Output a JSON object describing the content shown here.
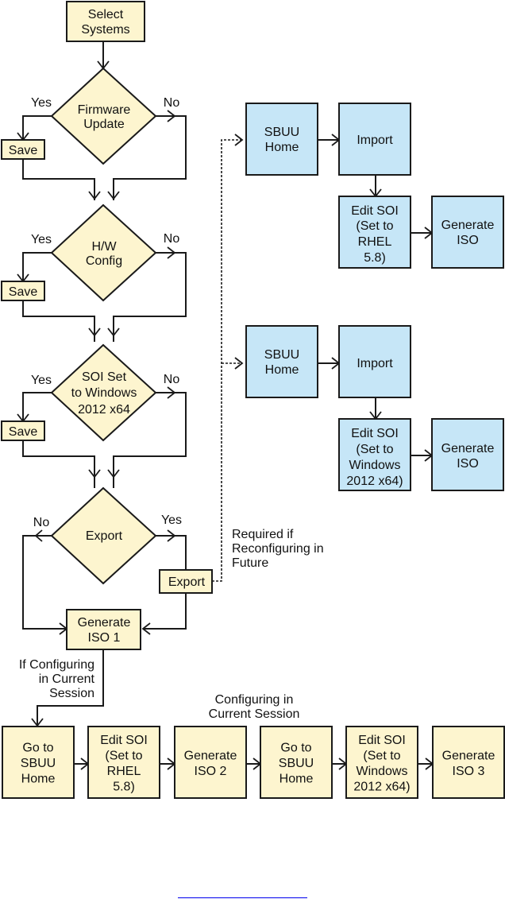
{
  "colors": {
    "step_fill": "#fdf5cf",
    "sbuu_fill": "#c6e6f7",
    "stroke": "#1a1a1a",
    "link": "#0000ee"
  },
  "main_flow": {
    "select_systems": [
      "Select",
      "Systems"
    ],
    "decision_firmware": [
      "Firmware",
      "Update"
    ],
    "decision_hw": [
      "H/W",
      "Config"
    ],
    "decision_soi": [
      "SOI Set",
      "to Windows",
      "2012 x64"
    ],
    "decision_export": [
      "Export"
    ],
    "save_1": "Save",
    "save_2": "Save",
    "save_3": "Save",
    "export_box": "Export",
    "generate_iso1": [
      "Generate",
      "ISO 1"
    ],
    "yes": "Yes",
    "no": "No"
  },
  "annotations": {
    "required_note": [
      "Required if",
      "Reconfiguring in",
      "Future"
    ],
    "if_configuring": [
      "If Configuring",
      "in Current",
      "Session"
    ],
    "configuring_current": [
      "Configuring in",
      "Current Session"
    ]
  },
  "future_flow_rhel": {
    "sbuu_home": [
      "SBUU",
      "Home"
    ],
    "import": [
      "Import"
    ],
    "edit_soi": [
      "Edit SOI",
      "(Set to",
      "RHEL",
      "5.8)"
    ],
    "generate_iso": [
      "Generate",
      "ISO"
    ]
  },
  "future_flow_windows": {
    "sbuu_home": [
      "SBUU",
      "Home"
    ],
    "import": [
      "Import"
    ],
    "edit_soi": [
      "Edit SOI",
      "(Set to",
      "Windows",
      "2012 x64)"
    ],
    "generate_iso": [
      "Generate",
      "ISO"
    ]
  },
  "current_session_flow": [
    [
      "Go to",
      "SBUU",
      "Home"
    ],
    [
      "Edit SOI",
      "(Set to",
      "RHEL",
      "5.8)"
    ],
    [
      "Generate",
      "ISO 2"
    ],
    [
      "Go to",
      "SBUU",
      "Home"
    ],
    [
      "Edit SOI",
      "(Set to",
      "Windows",
      "2012 x64)"
    ],
    [
      "Generate",
      "ISO 3"
    ]
  ]
}
